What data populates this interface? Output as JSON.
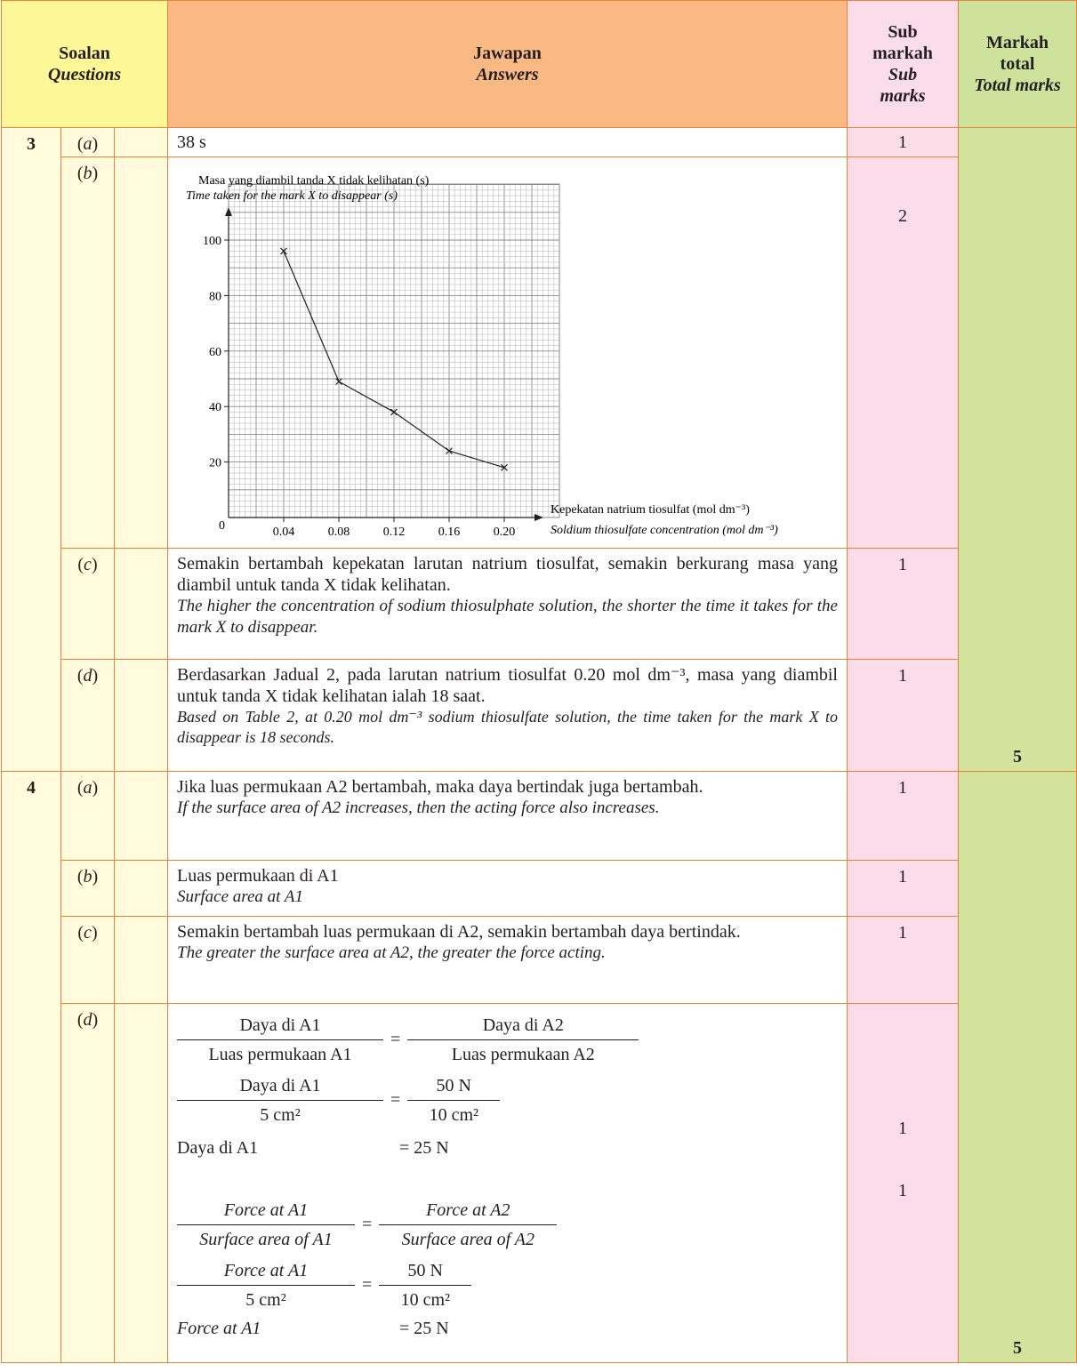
{
  "header": {
    "questions_ms": "Soalan",
    "questions_en": "Questions",
    "answers_ms": "Jawapan",
    "answers_en": "Answers",
    "sub_ms1": "Sub",
    "sub_ms2": "markah",
    "sub_en1": "Sub",
    "sub_en2": "marks",
    "total_ms1": "Markah",
    "total_ms2": "total",
    "total_en": "Total marks"
  },
  "q3": {
    "number": "3",
    "total": "5",
    "a": {
      "label_pre": "(",
      "part": "a",
      "label_post": ")",
      "answer": "38 s",
      "marks": "1"
    },
    "b": {
      "part": "b",
      "marks": "2"
    },
    "c": {
      "part": "c",
      "marks": "1",
      "ms": "Semakin bertambah kepekatan larutan natrium tiosulfat, semakin berkurang masa yang diambil untuk tanda X tidak kelihatan.",
      "en": "The higher the concentration of sodium thiosulphate solution, the shorter the time it takes for the mark X to disappear."
    },
    "d": {
      "part": "d",
      "marks": "1",
      "ms": "Berdasarkan Jadual 2, pada larutan natrium tiosulfat 0.20 mol dm⁻³, masa yang diambil untuk tanda X tidak kelihatan ialah 18 saat.",
      "en": "Based on Table 2, at 0.20 mol dm⁻³ sodium thiosulfate solution, the time taken for the mark X to disappear is 18 seconds."
    }
  },
  "q4": {
    "number": "4",
    "total": "5",
    "a": {
      "part": "a",
      "marks": "1",
      "ms": "Jika luas permukaan A2 bertambah, maka daya bertindak juga bertambah.",
      "en": "If the surface area of A2 increases, then the acting force also increases."
    },
    "b": {
      "part": "b",
      "marks": "1",
      "ms": "Luas permukaan di A1",
      "en": "Surface area at A1"
    },
    "c": {
      "part": "c",
      "marks": "1",
      "ms": "Semakin bertambah luas permukaan di A2, semakin bertambah daya bertindak.",
      "en": "The greater the surface area at A2, the greater the force acting."
    },
    "d": {
      "part": "d",
      "marks1": "1",
      "marks2": "1",
      "eq1_num_l": "Daya di A1",
      "eq1_den_l": "Luas permukaan A1",
      "eq1_num_r": "Daya di A2",
      "eq1_den_r": "Luas permukaan A2",
      "eq2_num_l": "Daya di A1",
      "eq2_den_l": "5 cm²",
      "eq2_num_r": "50 N",
      "eq2_den_r": "10 cm²",
      "res_ms_label": "Daya di A1",
      "res_ms_value": "= 25 N",
      "eq3_num_l": "Force at A1",
      "eq3_den_l": "Surface area of A1",
      "eq3_num_r": "Force at A2",
      "eq3_den_r": "Surface area of A2",
      "eq4_num_l": "Force at A1",
      "eq4_den_l": "5 cm²",
      "eq4_num_r": "50 N",
      "eq4_den_r": "10 cm²",
      "res_en_label": "Force at A1",
      "res_en_value": "= 25 N",
      "equals": "="
    }
  },
  "chart_data": {
    "type": "line",
    "ylabel_ms": "Masa yang diambil tanda X  tidak kelihatan (s)",
    "ylabel_en": "Time taken for the mark X to disappear   (s)",
    "xlabel_ms": "Kepekatan natrium tiosulfat (mol dm⁻³)",
    "xlabel_en": "Soldium thiosulfate concentration (mol dm⁻³)",
    "origin_label": "0",
    "x_ticks": [
      "0.04",
      "0.08",
      "0.12",
      "0.16",
      "0.20"
    ],
    "y_ticks": [
      "20",
      "40",
      "60",
      "80",
      "100"
    ],
    "xlim": [
      0,
      0.22
    ],
    "ylim": [
      0,
      113
    ],
    "x": [
      0.04,
      0.08,
      0.12,
      0.16,
      0.2
    ],
    "y": [
      96,
      49,
      38,
      24,
      18
    ],
    "grid": true
  }
}
